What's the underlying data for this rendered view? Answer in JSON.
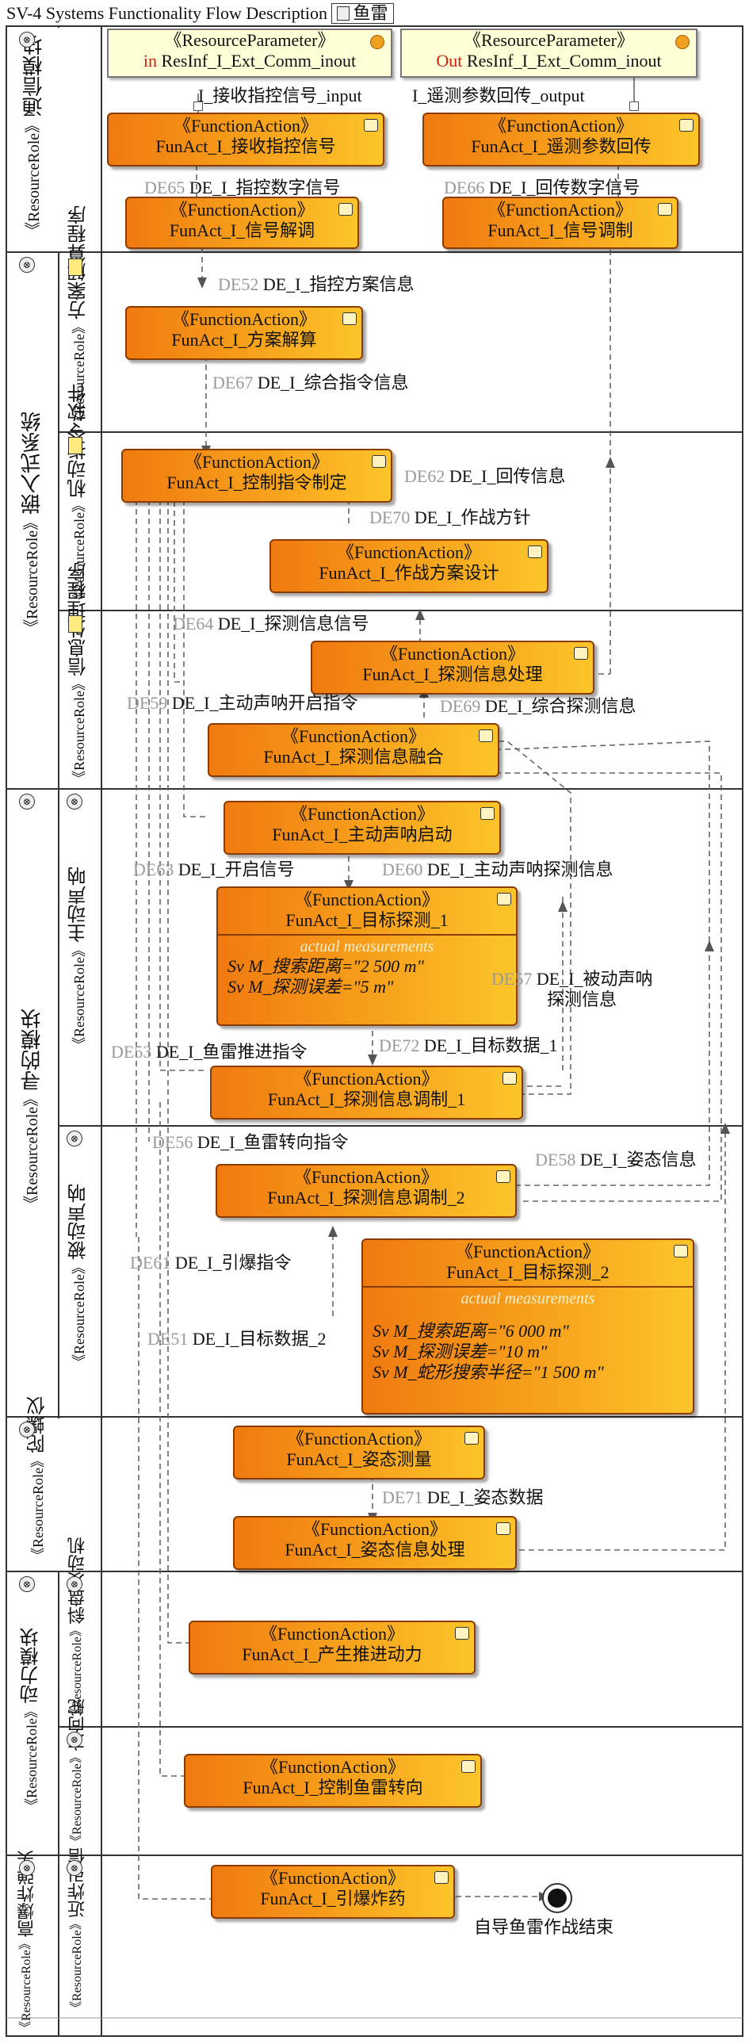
{
  "title": {
    "prefix": "SV-4 Systems Functionality Flow Description",
    "tab": "鱼雷"
  },
  "stereotypes": {
    "resource_role": "《ResourceRole》",
    "function_action": "《FunctionAction》",
    "resource_parameter": "《ResourceParameter》",
    "actual_measurements": "actual measurements"
  },
  "lanes": {
    "comm": "通信模块",
    "embedded": "嵌入式系统",
    "embedded_plan": "方案解算程序",
    "embedded_cmd": "机动指令软件",
    "embedded_info": "信息处理程序",
    "seeker": "寻的模块",
    "seeker_active": "主动声呐",
    "seeker_passive": "被动声呐",
    "gyro": "陀螺仪",
    "power": "动力模块",
    "power_engine": "斜盘发动机",
    "power_rudder": "方向舵",
    "warhead": "高爆炸弹头",
    "warhead_fuze": "近炸引信"
  },
  "params": {
    "in": {
      "dir": "in",
      "name": "ResInf_I_Ext_Comm_inout"
    },
    "out": {
      "dir": "Out",
      "name": "ResInf_I_Ext_Comm_inout"
    }
  },
  "actions": {
    "a1": "FunAct_I_接收指控信号",
    "a2": "FunAct_I_遥测参数回传",
    "a3": "FunAct_I_信号解调",
    "a4": "FunAct_I_信号调制",
    "a5": "FunAct_I_方案解算",
    "a6": "FunAct_I_控制指令制定",
    "a7": "FunAct_I_作战方案设计",
    "a8": "FunAct_I_探测信息处理",
    "a9": "FunAct_I_探测信息融合",
    "a10": "FunAct_I_主动声呐启动",
    "a11": "FunAct_I_目标探测_1",
    "a12": "FunAct_I_探测信息调制_1",
    "a13": "FunAct_I_探测信息调制_2",
    "a14": "FunAct_I_目标探测_2",
    "a15": "FunAct_I_姿态测量",
    "a16": "FunAct_I_姿态信息处理",
    "a17": "FunAct_I_产生推进动力",
    "a18": "FunAct_I_控制鱼雷转向",
    "a19": "FunAct_I_引爆炸药"
  },
  "measurements": {
    "t1": [
      "Sv M_搜索距离=\"2 500 m\"",
      "Sv M_探测误差=\"5 m\""
    ],
    "t2": [
      "Sv M_搜索距离=\"6 000 m\"",
      "Sv M_探测误差=\"10 m\"",
      "Sv M_蛇形搜索半径=\"1 500 m\""
    ]
  },
  "flows": {
    "f_in": {
      "id": "",
      "text": "I_接收指控信号_input"
    },
    "f_out": {
      "id": "",
      "text": "I_遥测参数回传_output"
    },
    "de65": {
      "id": "DE65",
      "text": "DE_I_指控数字信号"
    },
    "de66": {
      "id": "DE66",
      "text": "DE_I_回传数字信号"
    },
    "de52": {
      "id": "DE52",
      "text": "DE_I_指控方案信息"
    },
    "de67": {
      "id": "DE67",
      "text": "DE_I_综合指令信息"
    },
    "de62": {
      "id": "DE62",
      "text": "DE_I_回传信息"
    },
    "de70": {
      "id": "DE70",
      "text": "DE_I_作战方针"
    },
    "de64": {
      "id": "DE64",
      "text": "DE_I_探测信息信号"
    },
    "de59": {
      "id": "DE59",
      "text": "DE_I_主动声呐开启指令"
    },
    "de69": {
      "id": "DE69",
      "text": "DE_I_综合探测信息"
    },
    "de63": {
      "id": "DE63",
      "text": "DE_I_开启信号"
    },
    "de60": {
      "id": "DE60",
      "text": "DE_I_主动声呐探测信息"
    },
    "de57": {
      "id": "DE57",
      "text": "DE_I_被动声呐",
      "text2": "探测信息"
    },
    "de53": {
      "id": "DE53",
      "text": "DE_I_鱼雷推进指令"
    },
    "de72": {
      "id": "DE72",
      "text": "DE_I_目标数据_1"
    },
    "de56": {
      "id": "DE56",
      "text": "DE_I_鱼雷转向指令"
    },
    "de58": {
      "id": "DE58",
      "text": "DE_I_姿态信息"
    },
    "de61": {
      "id": "DE61",
      "text": "DE_I_引爆指令"
    },
    "de51": {
      "id": "DE51",
      "text": "DE_I_目标数据_2"
    },
    "de71": {
      "id": "DE71",
      "text": "DE_I_姿态数据"
    }
  },
  "end_label": "自导鱼雷作战结束"
}
